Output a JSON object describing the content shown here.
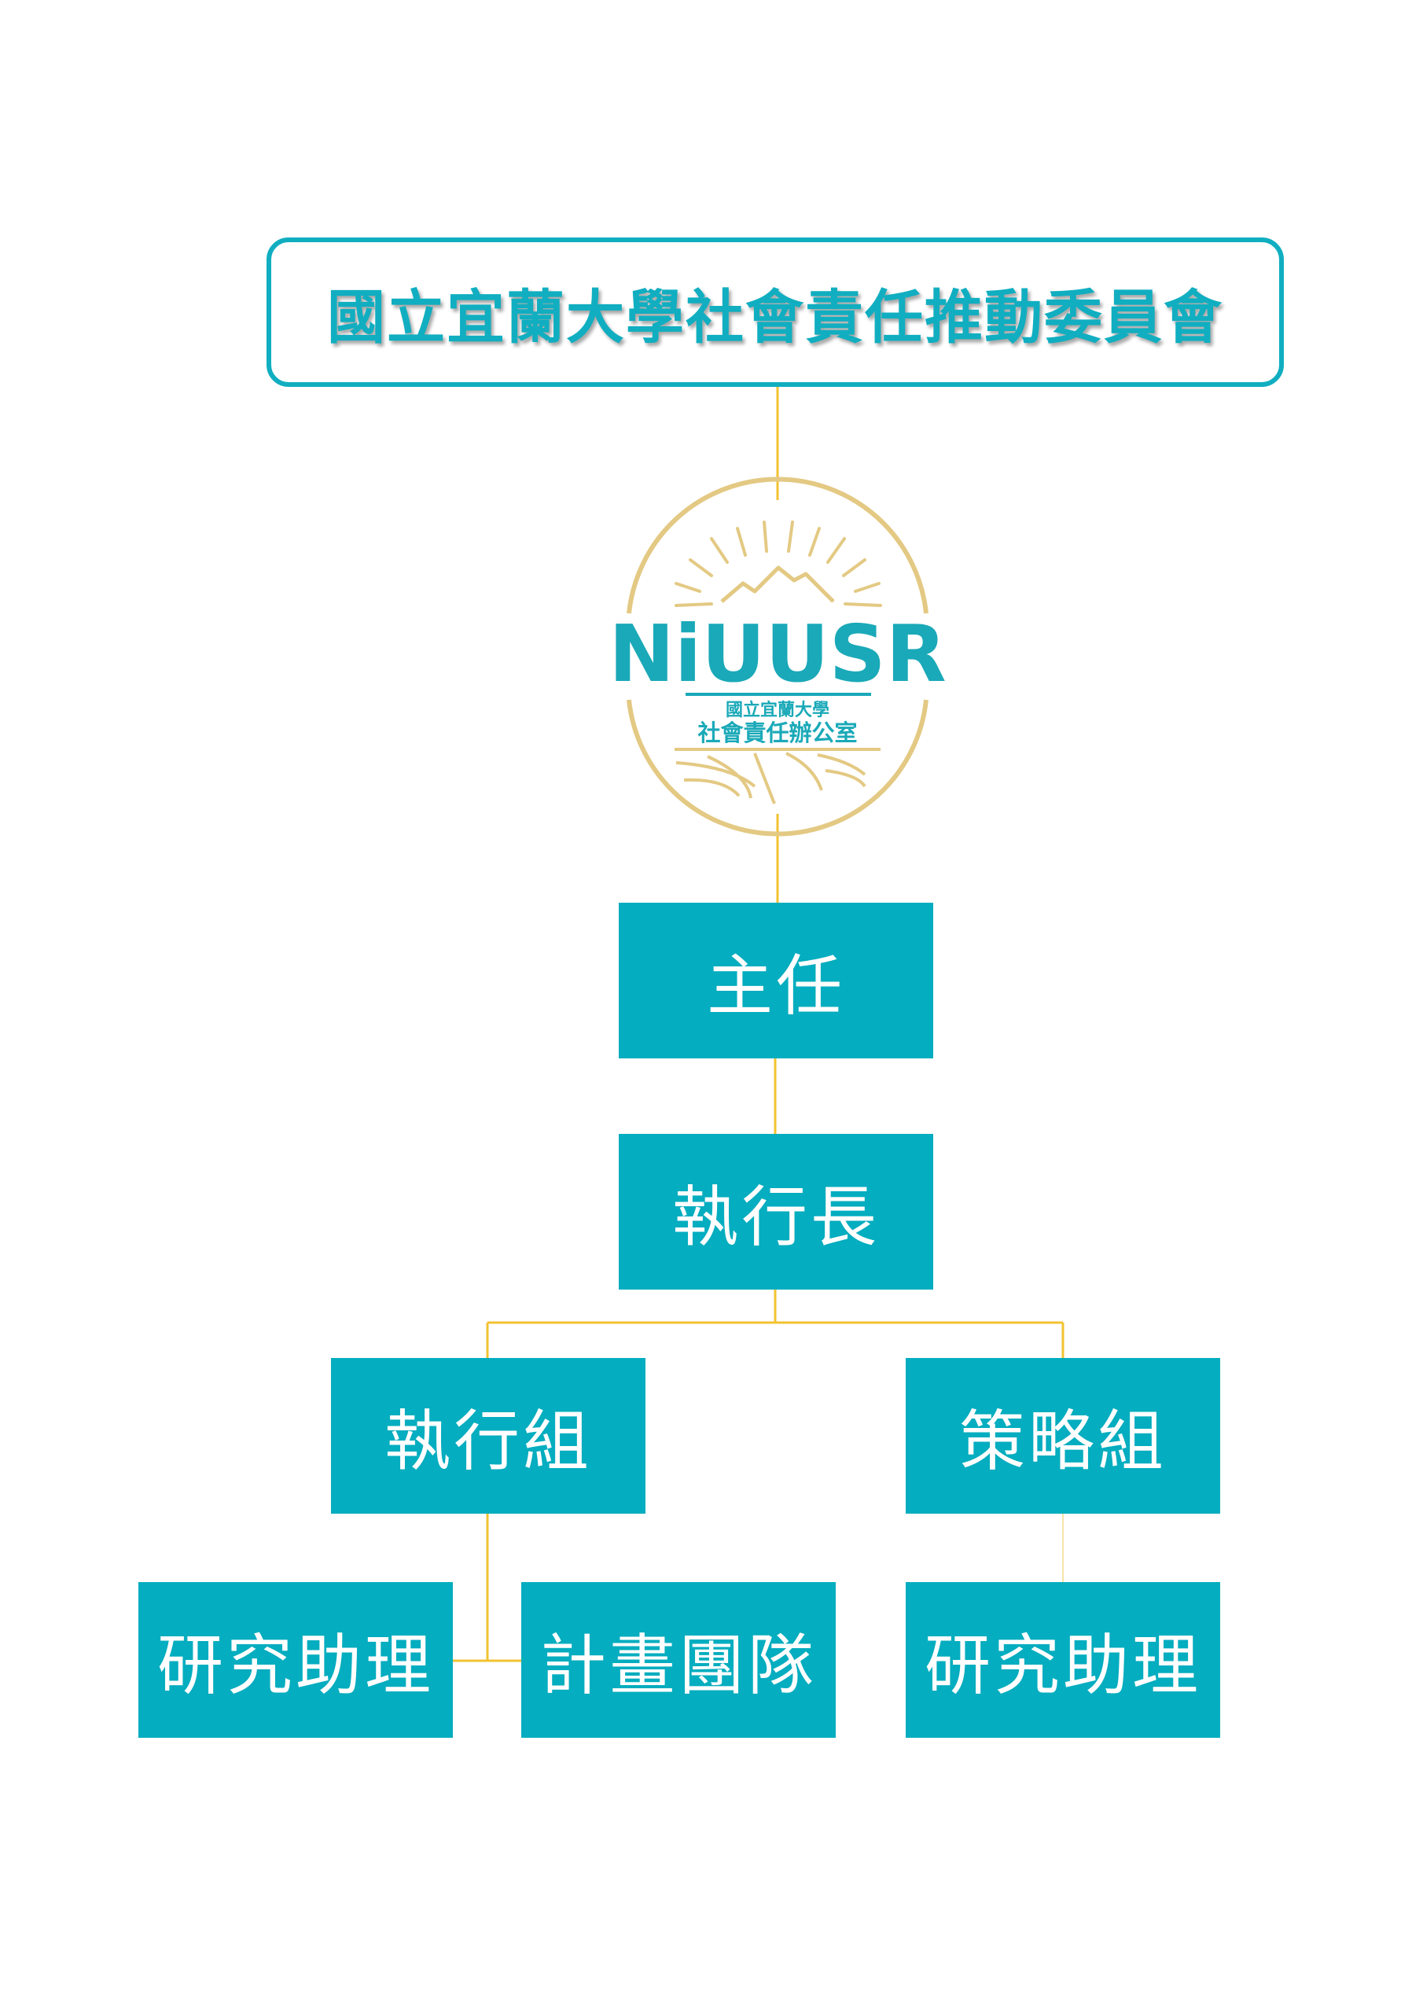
{
  "committee": {
    "label": "國立宜蘭大學社會責任推動委員會"
  },
  "logo": {
    "brand": "NiUUSR",
    "line1": "國立宜蘭大學",
    "line2": "社會責任辦公室"
  },
  "nodes": {
    "director": "主任",
    "ceo": "執行長",
    "execution_group": "執行組",
    "strategy_group": "策略組",
    "exec_research_assistant": "研究助理",
    "project_team": "計畫團隊",
    "strategy_research_assistant": "研究助理"
  },
  "colors": {
    "teal": "#04adbf",
    "gold": "#f2c230",
    "logo_gold": "#e3c983",
    "logo_teal": "#1aa9b8"
  }
}
